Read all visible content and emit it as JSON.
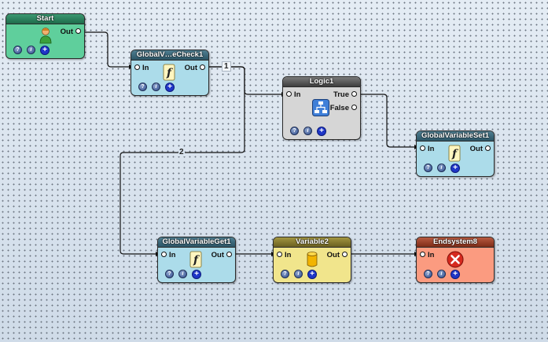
{
  "nodes": {
    "start": {
      "title": "Start",
      "out": "Out"
    },
    "globalcheck": {
      "title": "GlobalV…eCheck1",
      "in": "In",
      "out": "Out"
    },
    "logic": {
      "title": "Logic1",
      "in": "In",
      "out_true": "True",
      "out_false": "False"
    },
    "globalset": {
      "title": "GlobalVariableSet1",
      "in": "In",
      "out": "Out"
    },
    "globalget": {
      "title": "GlobalVariableGet1",
      "in": "In",
      "out": "Out"
    },
    "variable": {
      "title": "Variable2",
      "in": "In",
      "out": "Out"
    },
    "endsystem": {
      "title": "Endsystem8",
      "in": "In"
    }
  },
  "buttons": {
    "help": "?",
    "info": "i",
    "add": "+"
  },
  "connections": {
    "label_1": "1",
    "label_2": "2"
  },
  "colors": {
    "start_body": "#5fcf9c",
    "start_title": "#1f6b4b",
    "function_body": "#acdcea",
    "function_title": "#2c5566",
    "logic_body": "#d6d6d6",
    "logic_title": "#4e4e4e",
    "variable_body": "#f1e58c",
    "variable_title": "#7a6f24",
    "end_body": "#fb9b80",
    "end_title": "#8b3420",
    "wire": "#111111"
  },
  "icons": {
    "start": "person-icon",
    "function": "function-icon",
    "logic": "flowchart-icon",
    "variable": "cylinder-icon",
    "end": "close-icon"
  }
}
